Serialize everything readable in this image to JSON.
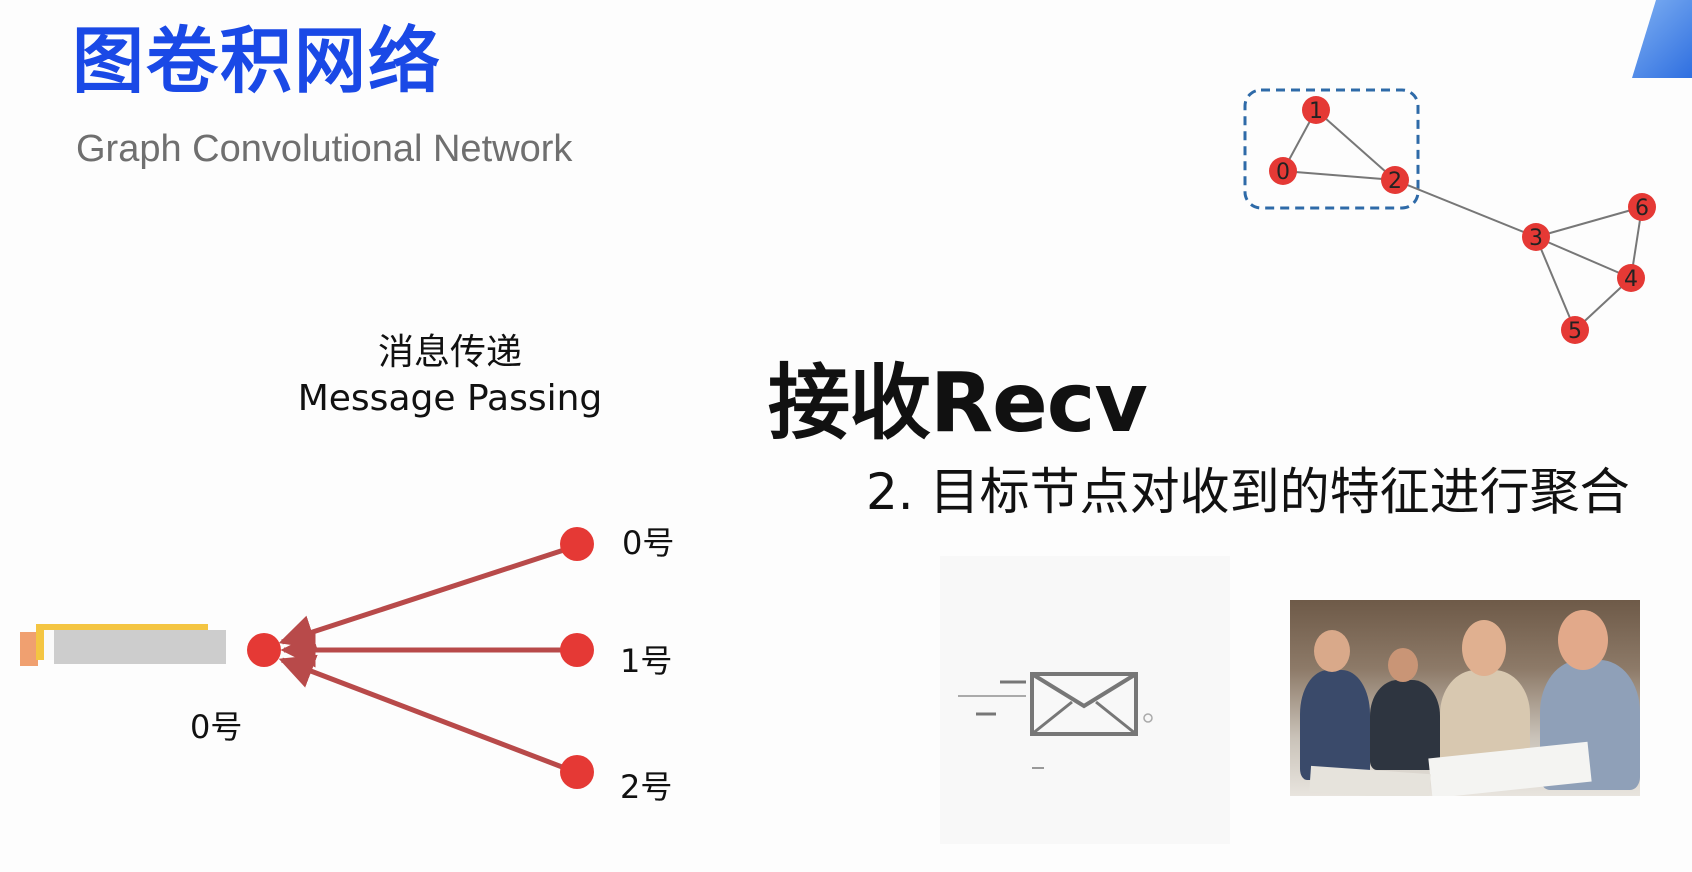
{
  "slide": {
    "title": "图卷积网络",
    "subtitle": "Graph Convolutional Network",
    "message_passing": {
      "zh": "消息传递",
      "en": "Message Passing"
    },
    "heading": "接收Recv",
    "step": "2. 目标节点对收到的特征进行聚合"
  },
  "mp_diagram": {
    "target_label": "0号",
    "sources": [
      {
        "label": "0号"
      },
      {
        "label": "1号"
      },
      {
        "label": "2号"
      }
    ],
    "node_color": "#e53935",
    "arrow_color": "#b84a4a"
  },
  "graph": {
    "node_color": "#e53935",
    "edge_color": "#777777",
    "highlight_color": "#2e6aa8",
    "nodes": [
      {
        "id": "0"
      },
      {
        "id": "1"
      },
      {
        "id": "2"
      },
      {
        "id": "3"
      },
      {
        "id": "4"
      },
      {
        "id": "5"
      },
      {
        "id": "6"
      }
    ],
    "edges": [
      [
        "0",
        "1"
      ],
      [
        "0",
        "2"
      ],
      [
        "1",
        "2"
      ],
      [
        "2",
        "3"
      ],
      [
        "3",
        "6"
      ],
      [
        "3",
        "4"
      ],
      [
        "3",
        "5"
      ],
      [
        "4",
        "5"
      ],
      [
        "4",
        "6"
      ]
    ]
  },
  "icons": {
    "mail": "envelope-icon"
  }
}
